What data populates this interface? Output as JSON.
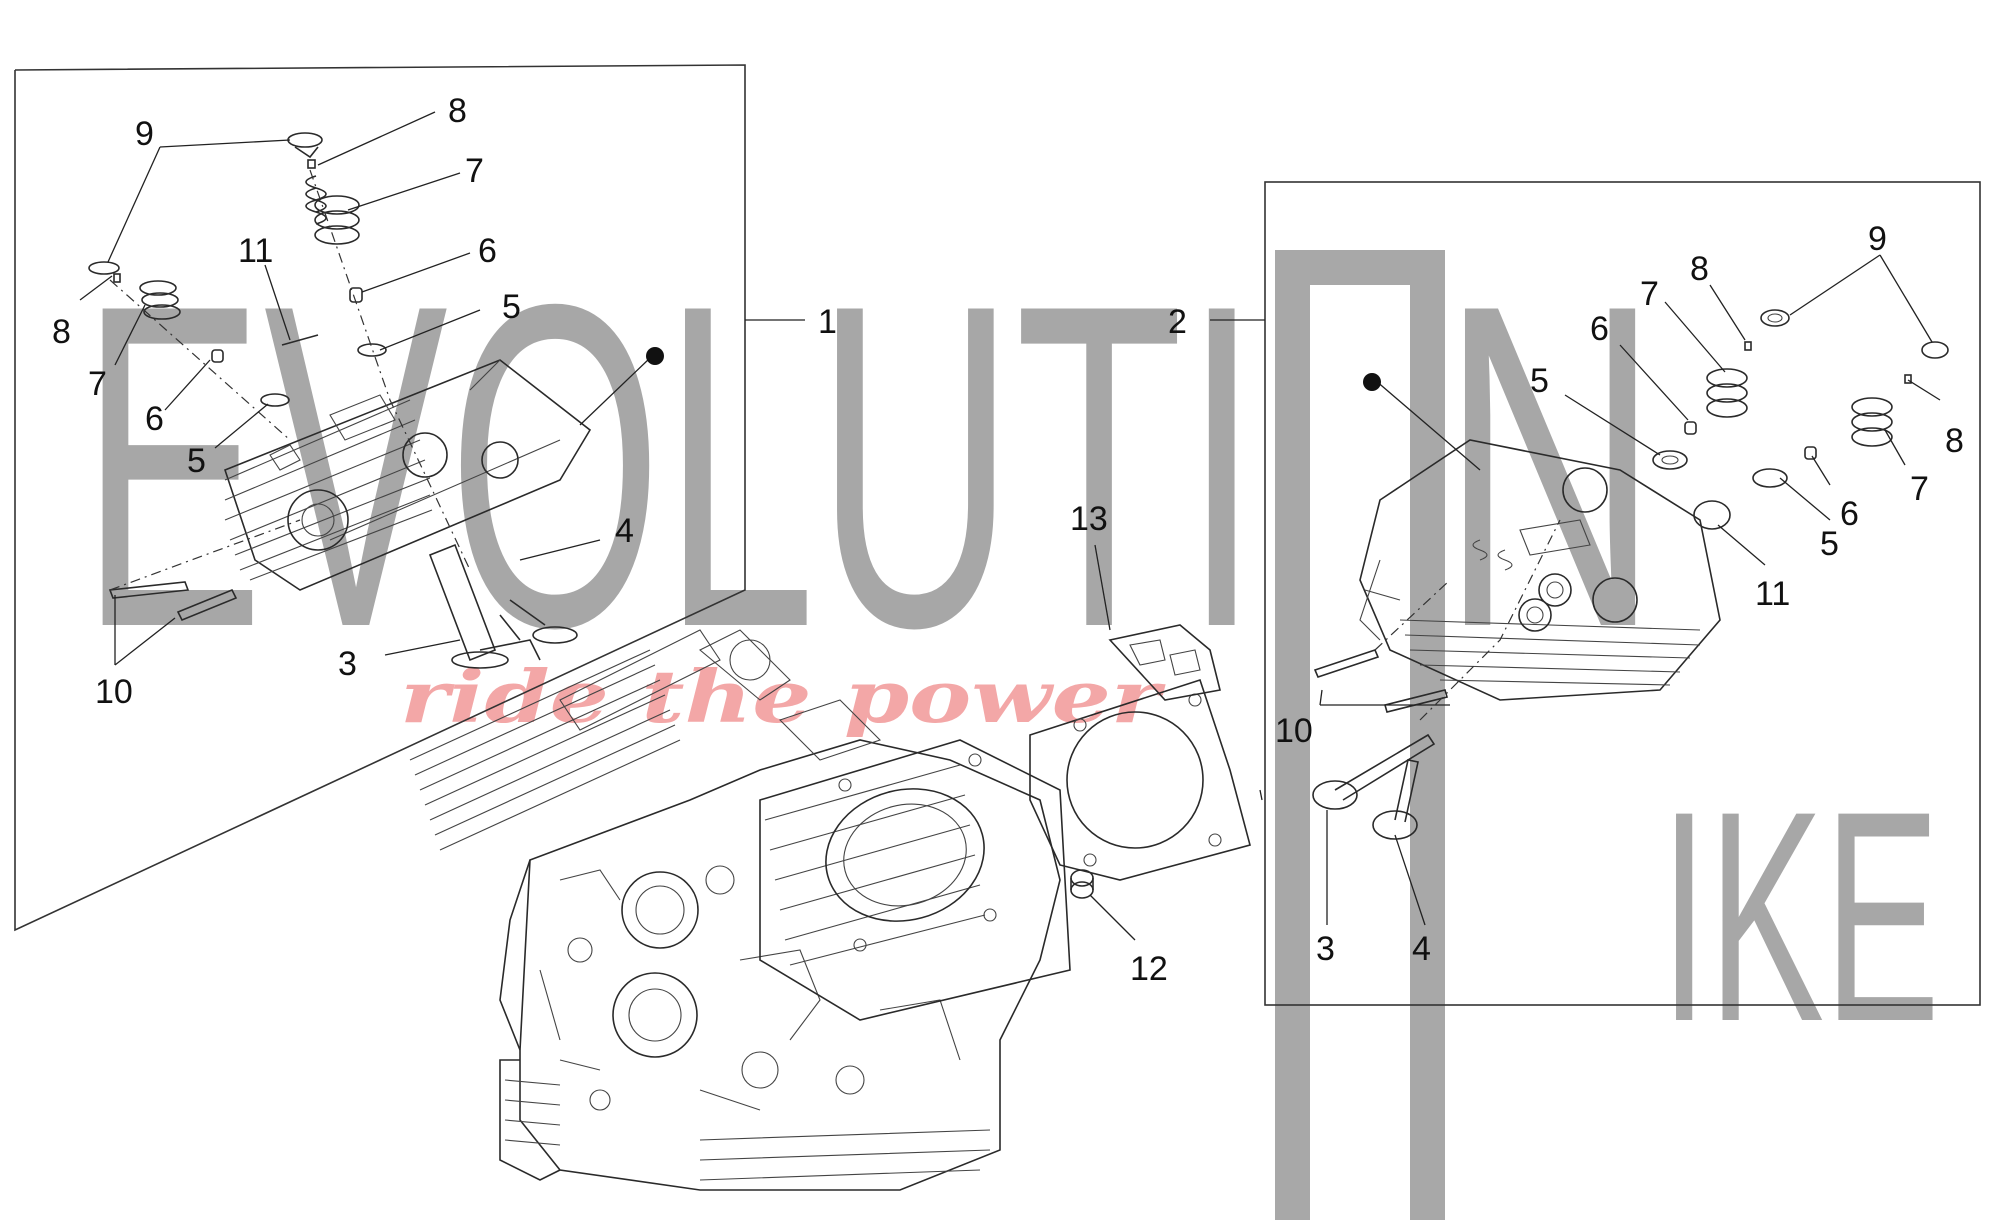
{
  "watermark": {
    "line1": "EVOLUTI",
    "line1b": "N",
    "line2": "IKE",
    "tagline": "ride the power",
    "color": "#8f8f8f",
    "tagline_color": "#f08a8a"
  },
  "callouts": {
    "group_left": "1",
    "group_right": "2",
    "gasket": "13",
    "pin": "12",
    "left": {
      "n9": "9",
      "n8a": "8",
      "n7a": "7",
      "n11": "11",
      "n6a": "6",
      "n5a": "5",
      "n8b": "8",
      "n7b": "7",
      "n6b": "6",
      "n5b": "5",
      "n4": "4",
      "n3": "3",
      "n10": "10"
    },
    "right": {
      "n9": "9",
      "n8a": "8",
      "n7a": "7",
      "n6a": "6",
      "n5a": "5",
      "n8b": "8",
      "n7b": "7",
      "n6b": "6",
      "n5b": "5",
      "n11": "11",
      "n10": "10",
      "n3": "3",
      "n4": "4"
    }
  }
}
